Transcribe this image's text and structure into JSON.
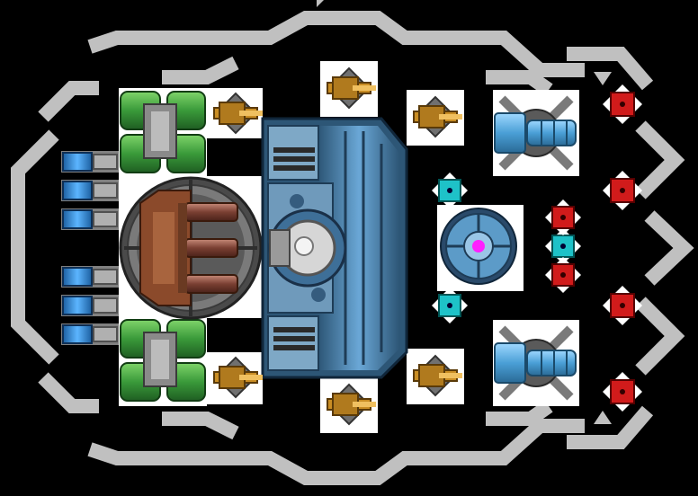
{
  "colors": {
    "background": "#000000",
    "hull_outline": "#c0c0c0",
    "panel_bg": "#ffffff",
    "engine_green": "#3a9a3a",
    "fuel_blue": "#2f7fc4",
    "reactor_metal": "#6a6a6a",
    "reactor_copper": "#8b4a2b",
    "core_blue": "#4a86b8",
    "core_dark": "#2d5676",
    "turret_gray": "#707070",
    "turret_gold": "#c98d24",
    "shield_cyan": "#1ec2c8",
    "shield_red": "#d11b1b",
    "core_magenta": "#ff1fff"
  },
  "icons": {
    "reactor": "reactor-icon",
    "core": "ship-core-icon",
    "engine": "engine-icon",
    "fuel": "fuel-cell-icon",
    "turret": "turret-icon",
    "cannon": "heavy-cannon-icon",
    "shield_node": "shield-node-icon",
    "orb": "sensor-orb-icon"
  },
  "modules": {
    "fuel_cells": 6,
    "engines": 2,
    "turrets": 6,
    "heavy_cannons": 2,
    "red_nodes": 6,
    "cyan_nodes": 3
  }
}
